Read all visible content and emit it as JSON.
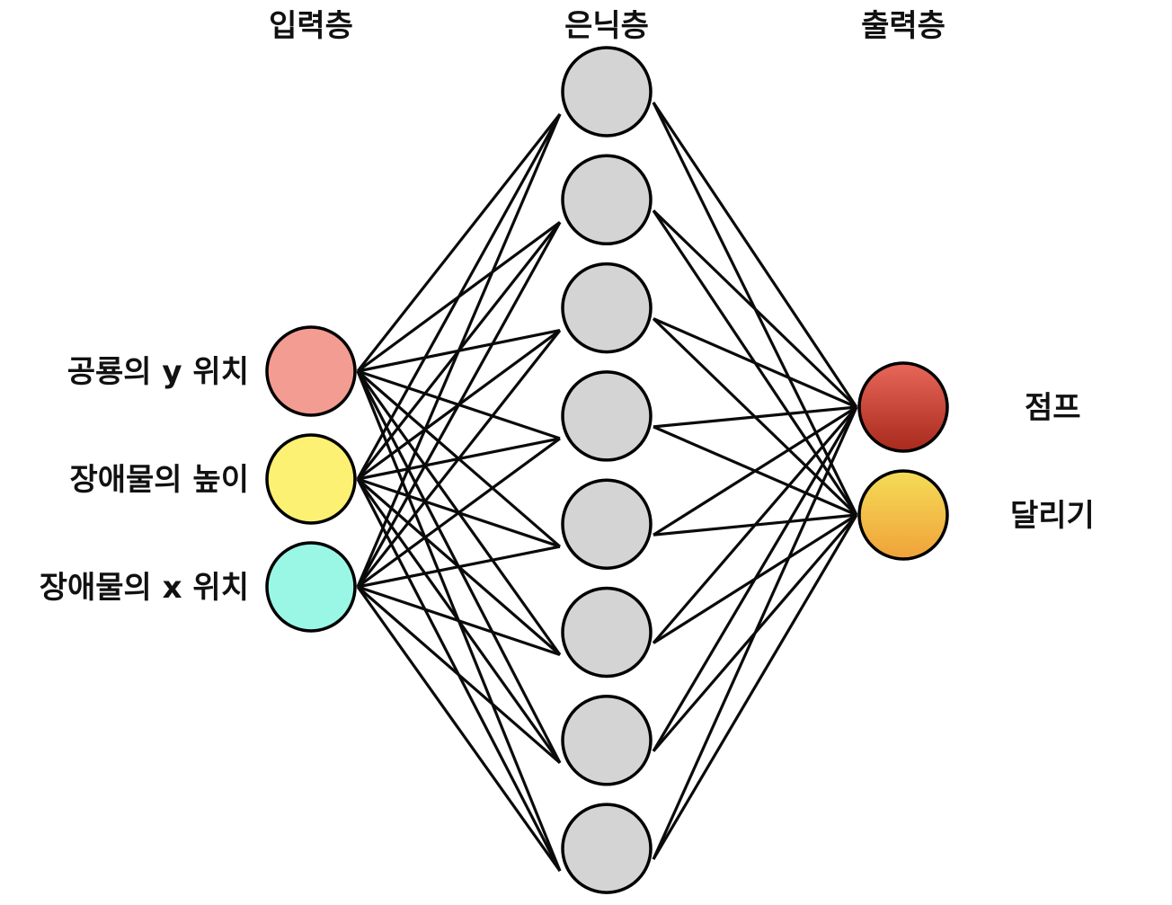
{
  "layers": {
    "input": {
      "title": "입력층",
      "nodes": [
        {
          "label": "공룡의 y 위치",
          "color": "#F29C92"
        },
        {
          "label": "장애물의 높이",
          "color": "#FCF173"
        },
        {
          "label": "장애물의 x 위치",
          "color": "#9AF7E6"
        }
      ]
    },
    "hidden": {
      "title": "은닉층",
      "node_count": 8,
      "color": "#D4D4D4"
    },
    "output": {
      "title": "출력층",
      "nodes": [
        {
          "label": "점프",
          "gradient": [
            "#E8675A",
            "#A82A1C"
          ]
        },
        {
          "label": "달리기",
          "gradient": [
            "#F5DC57",
            "#F0A23A"
          ]
        }
      ]
    }
  },
  "connectivity": "fully-connected"
}
